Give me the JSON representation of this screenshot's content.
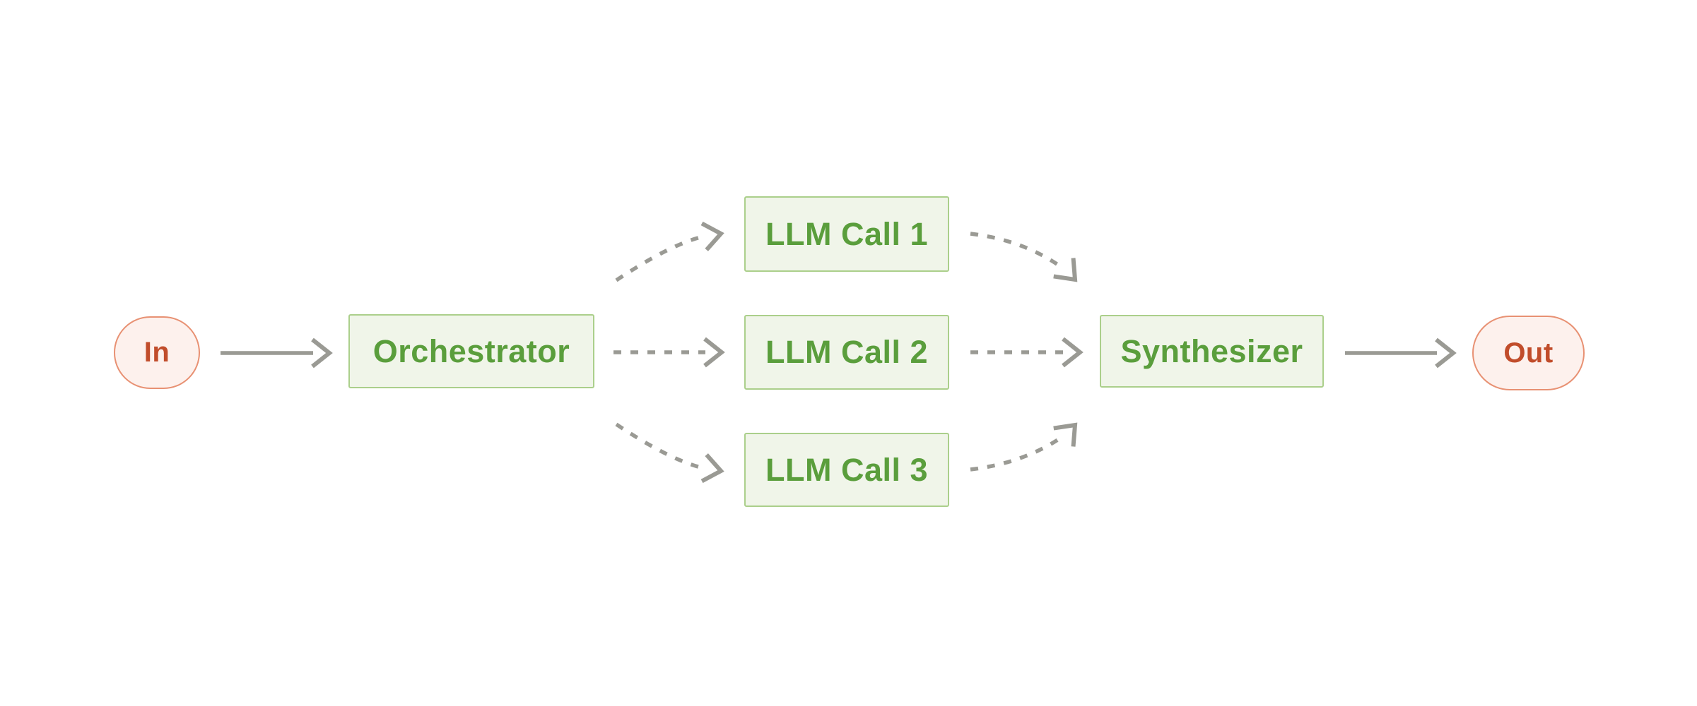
{
  "diagram": {
    "nodes": {
      "in": {
        "label": "In"
      },
      "orchestrator": {
        "label": "Orchestrator"
      },
      "llm_call_1": {
        "label": "LLM Call 1"
      },
      "llm_call_2": {
        "label": "LLM Call 2"
      },
      "llm_call_3": {
        "label": "LLM Call 3"
      },
      "synthesizer": {
        "label": "Synthesizer"
      },
      "out": {
        "label": "Out"
      }
    },
    "edges": [
      {
        "from": "In",
        "to": "Orchestrator",
        "style": "solid"
      },
      {
        "from": "Orchestrator",
        "to": "LLM Call 1",
        "style": "dashed"
      },
      {
        "from": "Orchestrator",
        "to": "LLM Call 2",
        "style": "dashed"
      },
      {
        "from": "Orchestrator",
        "to": "LLM Call 3",
        "style": "dashed"
      },
      {
        "from": "LLM Call 1",
        "to": "Synthesizer",
        "style": "dashed"
      },
      {
        "from": "LLM Call 2",
        "to": "Synthesizer",
        "style": "dashed"
      },
      {
        "from": "LLM Call 3",
        "to": "Synthesizer",
        "style": "dashed"
      },
      {
        "from": "Synthesizer",
        "to": "Out",
        "style": "solid"
      }
    ],
    "colors": {
      "background": "#ffffff",
      "green_fill": "#f0f5e9",
      "green_border": "#abcf8b",
      "green_text": "#5a9e3c",
      "pink_fill": "#fdf1ed",
      "pink_border": "#e89173",
      "red_text": "#c14d2b",
      "arrow_gray": "#9a9a94"
    }
  }
}
